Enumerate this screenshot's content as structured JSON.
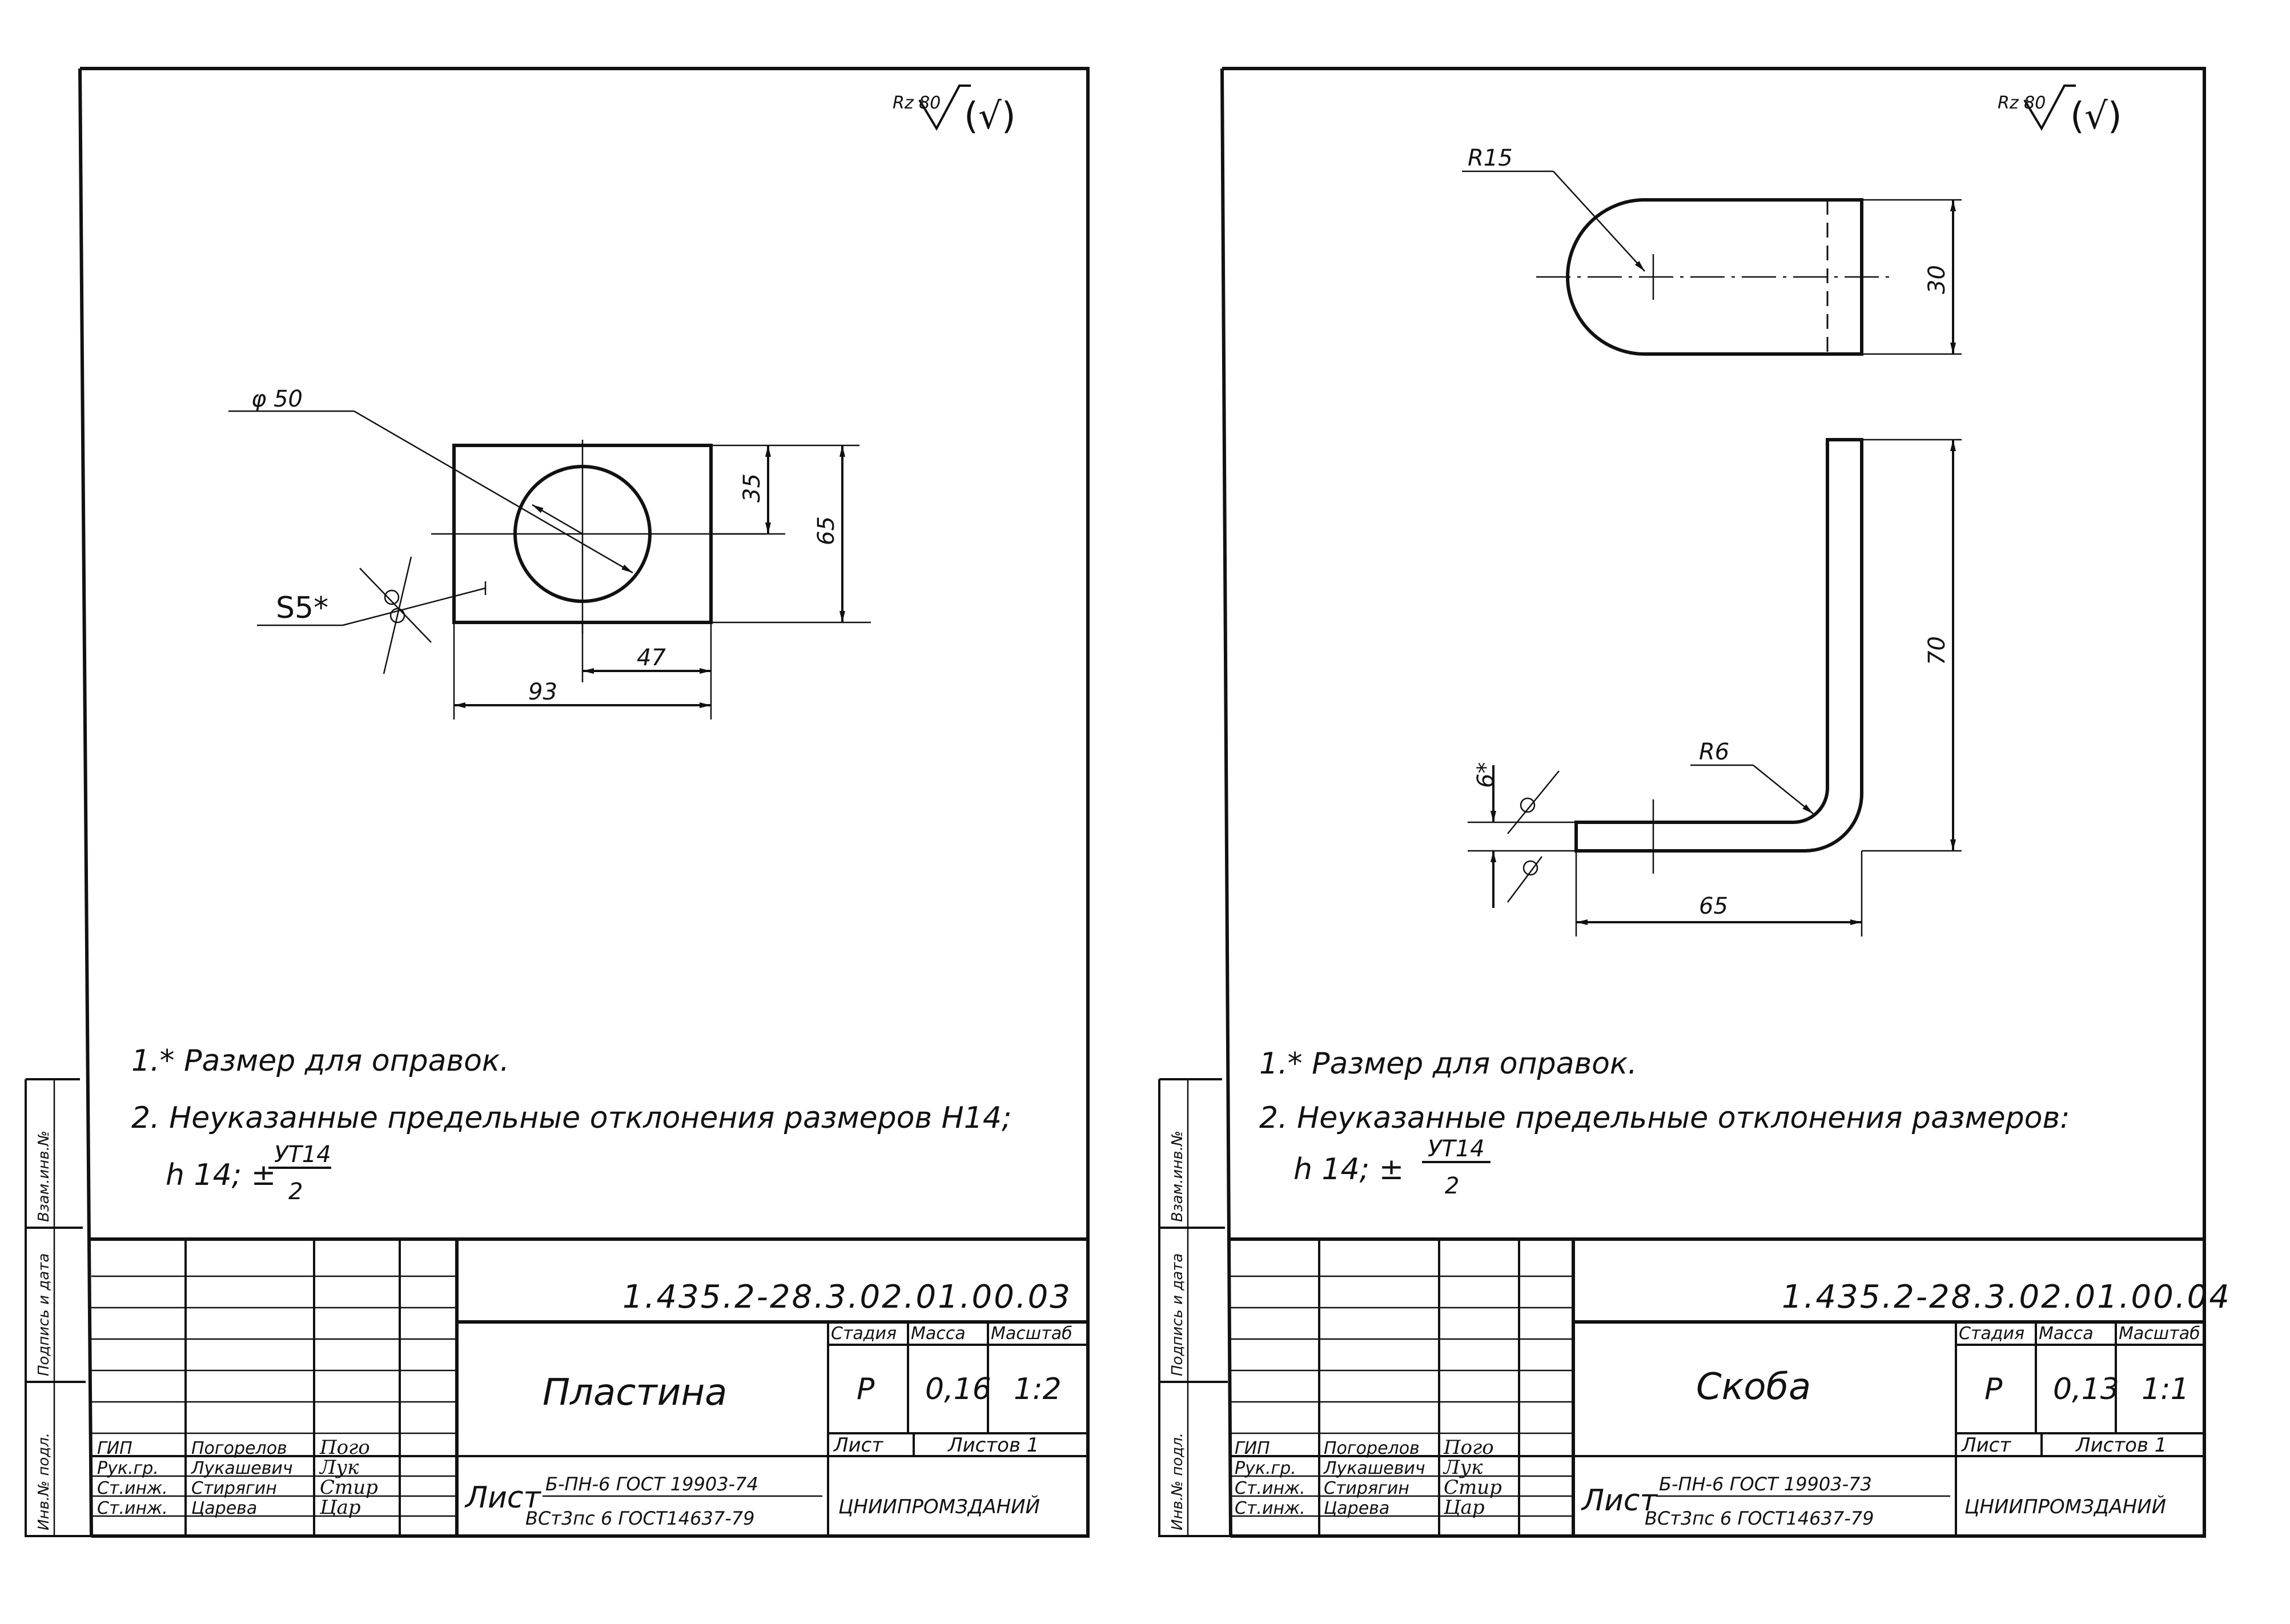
{
  "sheet_left": {
    "roughness": "Rz 80",
    "roughness_check": "(√)",
    "dims": {
      "hole": "φ 50",
      "thickness": "S5*",
      "width": "93",
      "hole_x": "47",
      "hole_y": "35",
      "height": "65"
    },
    "notes": {
      "n1": "1.* Размер для оправок.",
      "n2": "2. Неуказанные предельные отклонения размеров H14;",
      "n3": "h 14; ±",
      "frac_num": "УТ14",
      "frac_den": "2"
    },
    "title_block": {
      "code": "1.435.2-28.3.02.01.00.03",
      "name": "Пластина",
      "head_stage": "Стадия",
      "head_mass": "Масса",
      "head_scale": "Масштаб",
      "stage": "Р",
      "mass": "0,16",
      "scale": "1:2",
      "sheet_label": "Лист",
      "sheets_label": "Листов 1",
      "material_prefix": "Лист",
      "material_top": "Б-ПН-6 ГОСТ 19903-74",
      "material_bottom": "ВСт3пс 6 ГОСТ14637-79",
      "org": "ЦНИИПРОМЗДАНИЙ",
      "roles": [
        "ГИП",
        "Рук.гр.",
        "Ст.инж.",
        "Ст.инж."
      ],
      "names": [
        "Погорелов",
        "Лукашевич",
        "Стирягин",
        "Царева"
      ],
      "signs": [
        "Пого",
        "Лук",
        "Стир",
        "Цар"
      ]
    },
    "side_stamp": [
      "Инв.№ подл.",
      "Подпись и дата",
      "Взам.инв.№"
    ]
  },
  "sheet_right": {
    "roughness": "Rz 80",
    "roughness_check": "(√)",
    "dims": {
      "radius_end": "R15",
      "width": "30",
      "height": "70",
      "radius_bend": "R6",
      "thickness": "6*",
      "leg": "65"
    },
    "notes": {
      "n1": "1.* Размер для оправок.",
      "n2": "2. Неуказанные предельные отклонения размеров:",
      "n3": "h 14; ±",
      "frac_num": "УТ14",
      "frac_den": "2"
    },
    "title_block": {
      "code": "1.435.2-28.3.02.01.00.04",
      "name": "Скоба",
      "head_stage": "Стадия",
      "head_mass": "Масса",
      "head_scale": "Масштаб",
      "stage": "Р",
      "mass": "0,13",
      "scale": "1:1",
      "sheet_label": "Лист",
      "sheets_label": "Листов 1",
      "material_prefix": "Лист",
      "material_top": "Б-ПН-6 ГОСТ 19903-73",
      "material_bottom": "ВСт3пс 6 ГОСТ14637-79",
      "org": "ЦНИИПРОМЗДАНИЙ",
      "roles": [
        "ГИП",
        "Рук.гр.",
        "Ст.инж.",
        "Ст.инж."
      ],
      "names": [
        "Погорелов",
        "Лукашевич",
        "Стирягин",
        "Царева"
      ],
      "signs": [
        "Пого",
        "Лук",
        "Стир",
        "Цар"
      ]
    },
    "side_stamp": [
      "Инв.№ подл.",
      "Подпись и дата",
      "Взам.инв.№"
    ]
  }
}
